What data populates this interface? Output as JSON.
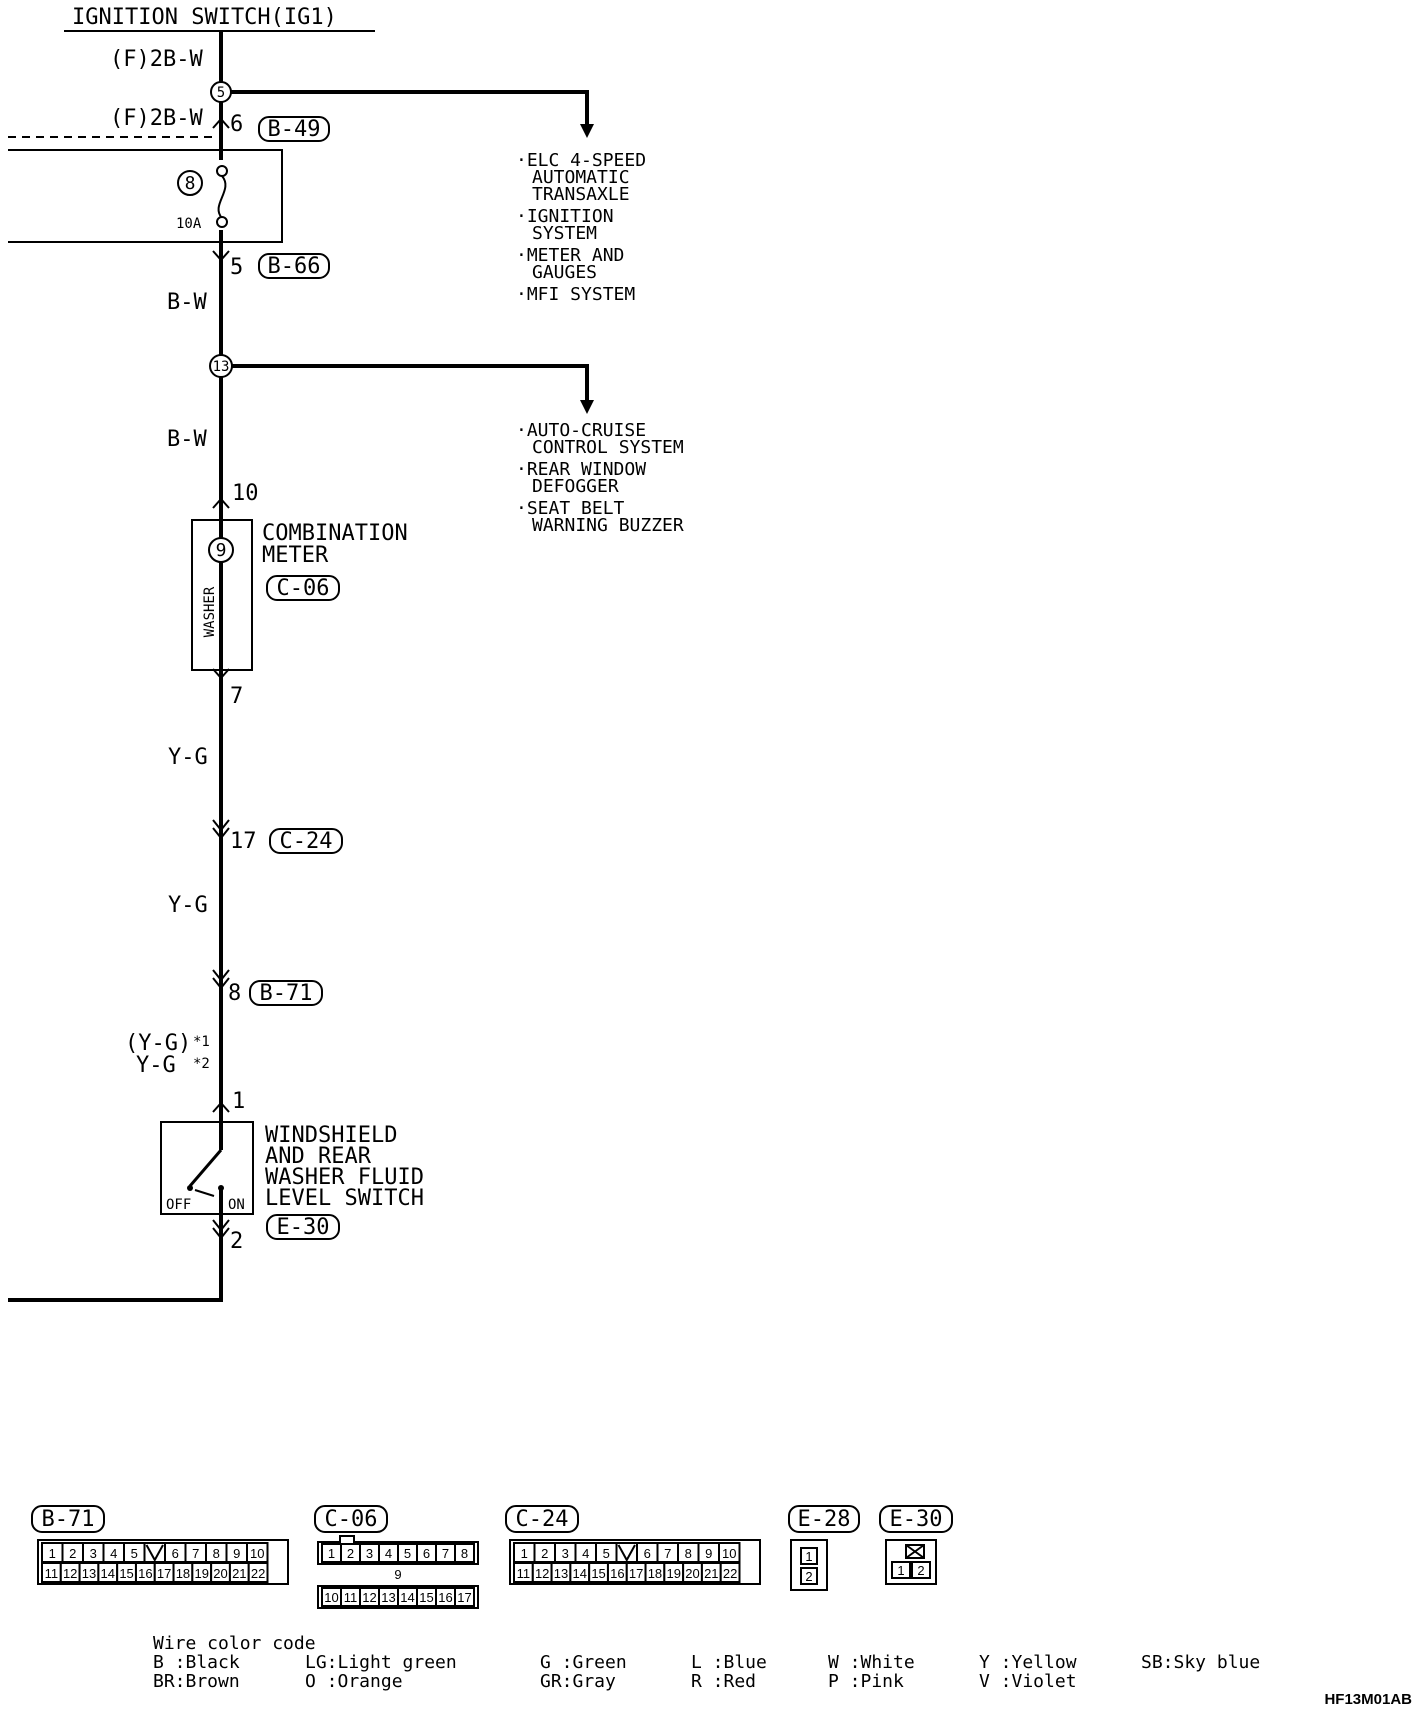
{
  "header": {
    "title": "IGNITION SWITCH(IG1)"
  },
  "wires": {
    "w1": "(F)2B-W",
    "w2": "(F)2B-W",
    "w3": "B-W",
    "w4": "B-W",
    "w5": "Y-G",
    "w6": "Y-G",
    "w7a": "(Y-G)",
    "w7a_note": "*1",
    "w7b": "Y-G",
    "w7b_note": "*2"
  },
  "junctions": {
    "j1": "5",
    "j2": "13"
  },
  "fuse": {
    "number": "8",
    "rating": "10A"
  },
  "terminals": {
    "t6": "6",
    "t5": "5",
    "t10": "10",
    "t7": "7",
    "t17": "17",
    "t8": "8",
    "t1": "1",
    "t2": "2"
  },
  "connectors": {
    "b49": "B-49",
    "b66": "B-66",
    "c06": "C-06",
    "c24": "C-24",
    "b71": "B-71",
    "e30": "E-30"
  },
  "branch1": [
    {
      "line1": "·ELC 4-SPEED",
      "line2": "AUTOMATIC",
      "line3": "TRANSAXLE"
    },
    {
      "line1": "·IGNITION",
      "line2": "SYSTEM"
    },
    {
      "line1": "·METER AND",
      "line2": "GAUGES"
    },
    {
      "line1": "·MFI SYSTEM"
    }
  ],
  "branch2": [
    {
      "line1": "·AUTO-CRUISE",
      "line2": "CONTROL SYSTEM"
    },
    {
      "line1": "·REAR WINDOW",
      "line2": "DEFOGGER"
    },
    {
      "line1": "·SEAT BELT",
      "line2": "WARNING BUZZER"
    }
  ],
  "meter": {
    "name_line1": "COMBINATION",
    "name_line2": "METER",
    "indicator": "9",
    "washer_label": "WASHER"
  },
  "switch": {
    "name_line1": "WINDSHIELD",
    "name_line2": "AND REAR",
    "name_line3": "WASHER FLUID",
    "name_line4": "LEVEL SWITCH",
    "off_label": "OFF",
    "on_label": "ON"
  },
  "connector_views": {
    "b71": {
      "label": "B-71",
      "row1": [
        "1",
        "2",
        "3",
        "4",
        "5",
        "",
        "6",
        "7",
        "8",
        "9",
        "10"
      ],
      "row2": [
        "11",
        "12",
        "13",
        "14",
        "15",
        "16",
        "17",
        "18",
        "19",
        "20",
        "21",
        "22"
      ]
    },
    "c06": {
      "label": "C-06",
      "row1": [
        "1",
        "2",
        "3",
        "4",
        "5",
        "6",
        "7",
        "8"
      ],
      "mid": "9",
      "row3": [
        "10",
        "11",
        "12",
        "13",
        "14",
        "15",
        "16",
        "17"
      ]
    },
    "c24": {
      "label": "C-24",
      "row1": [
        "1",
        "2",
        "3",
        "4",
        "5",
        "",
        "6",
        "7",
        "8",
        "9",
        "10"
      ],
      "row2": [
        "11",
        "12",
        "13",
        "14",
        "15",
        "16",
        "17",
        "18",
        "19",
        "20",
        "21",
        "22"
      ]
    },
    "e28": {
      "label": "E-28",
      "pins": [
        "1",
        "2"
      ]
    },
    "e30": {
      "label": "E-30",
      "pins": [
        "1",
        "2"
      ]
    }
  },
  "color_code": {
    "title": "Wire color code",
    "col1": [
      "B :Black",
      "BR:Brown"
    ],
    "col2": [
      "LG:Light green",
      "O :Orange"
    ],
    "col3": [
      "G :Green",
      "GR:Gray"
    ],
    "col4": [
      "L :Blue",
      "R :Red"
    ],
    "col5": [
      "W :White",
      "P :Pink"
    ],
    "col6": [
      "Y :Yellow",
      "V :Violet"
    ],
    "col7": [
      "SB:Sky blue"
    ]
  },
  "figure_code": "HF13M01AB"
}
